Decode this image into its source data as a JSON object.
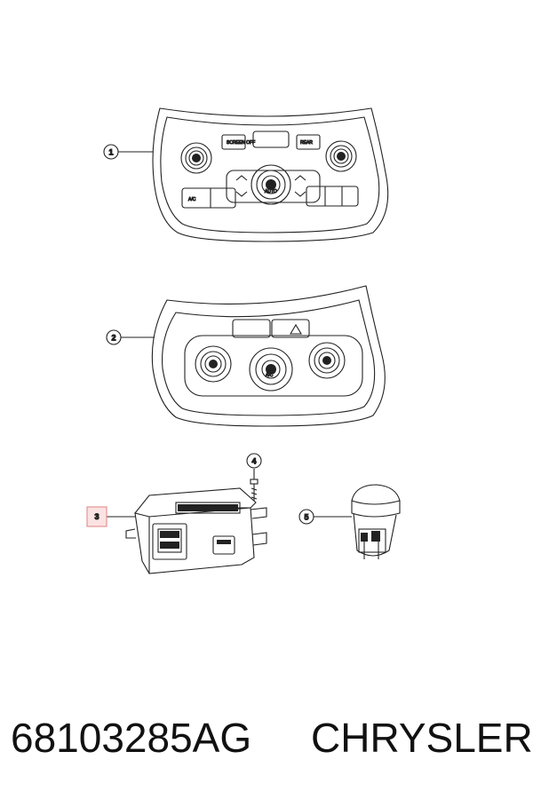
{
  "callouts": [
    "1",
    "2",
    "3",
    "4",
    "5"
  ],
  "highlighted_callout": "3",
  "panel1": {
    "buttons": [
      "SCREEN OFF",
      "REAR",
      "A/C",
      "AUTO"
    ]
  },
  "panel2": {
    "buttons": [
      "A/C"
    ]
  },
  "footer": {
    "part_number": "68103285AG",
    "brand": "CHRYSLER"
  },
  "colors": {
    "line": "#222222",
    "highlight_border": "#e08080",
    "highlight_fill": "#fbe3e3"
  }
}
